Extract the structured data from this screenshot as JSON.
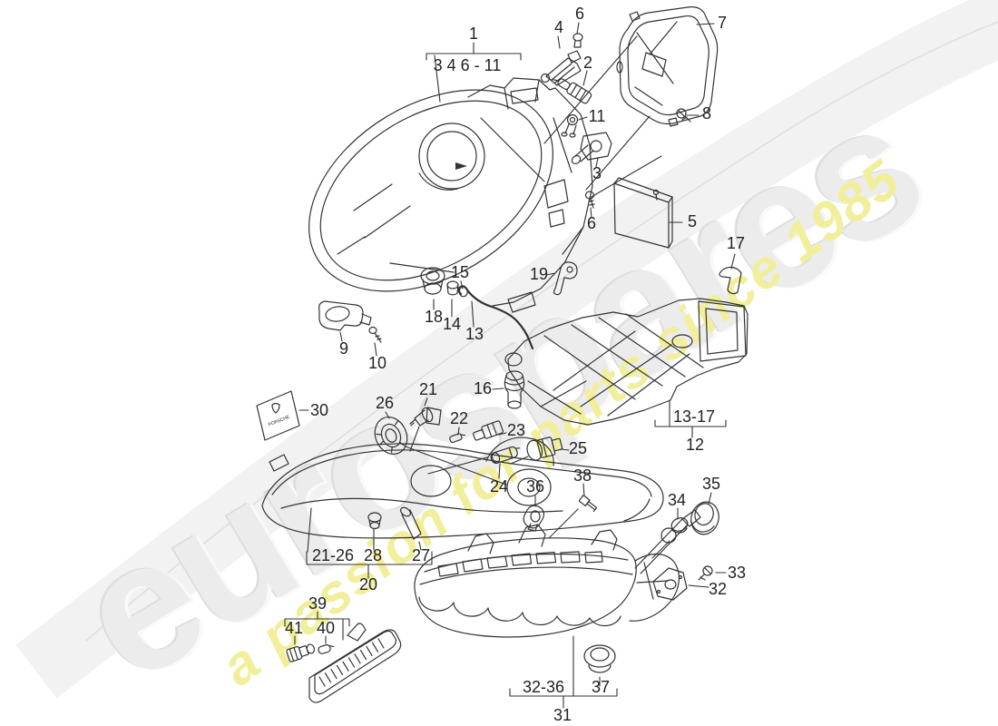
{
  "watermark": {
    "brand": "eurospares",
    "tagline": "a passion for parts since 1985",
    "brand_color": "#ececec",
    "tagline_color": "#f1ef9b"
  },
  "badge": {
    "text": "PORSCHE"
  },
  "colors": {
    "line": "#333333",
    "label": "#222222"
  },
  "labels": {
    "n1": "1",
    "g1": "3 4 6 - 11",
    "n6a": "6",
    "n4": "4",
    "n2": "2",
    "n7": "7",
    "n11": "11",
    "n8": "8",
    "n3": "3",
    "n6b": "6",
    "n5": "5",
    "n17": "17",
    "n19": "19",
    "n15": "15",
    "n18": "18",
    "n14": "14",
    "n13": "13",
    "n9": "9",
    "n10": "10",
    "g2": "13-17",
    "n12": "12",
    "n30": "30",
    "n26": "26",
    "n21": "21",
    "n16": "16",
    "n22": "22",
    "n23": "23",
    "n25": "25",
    "n24": "24",
    "n38": "38",
    "n36": "36",
    "n34": "34",
    "n35": "35",
    "n33": "33",
    "n32": "32",
    "g3": "21-26",
    "n28": "28",
    "n27": "27",
    "n20": "20",
    "n39": "39",
    "n41": "41",
    "n40": "40",
    "g4": "32-36",
    "n37": "37",
    "n31": "31"
  }
}
